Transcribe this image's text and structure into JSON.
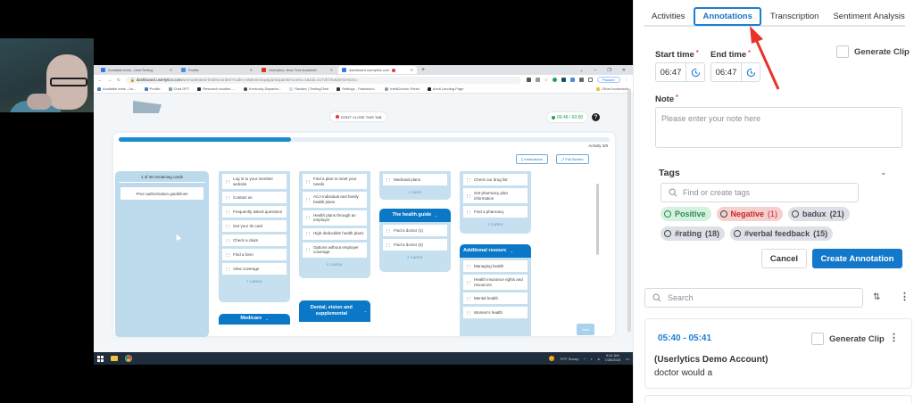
{
  "video": {
    "browser": {
      "tabs": [
        {
          "label": "Available tests - UserTesting",
          "active": false
        },
        {
          "label": "Prolific",
          "active": false
        },
        {
          "label": "Userlytics. New Test Available!",
          "active": false
        },
        {
          "label": "dashboard.userlytics.com",
          "active": true
        }
      ],
      "url_host": "dashboard.userlytics.com",
      "url_path": "/unmoderated-test/recorder/?code=m68omnmp&participantsAccess=1&cid=417vb72v&immersion=",
      "profile_label": "Paused",
      "bookmarks": [
        "Available tests - Us...",
        "Prolific",
        "Chat GPT",
        "Research studies -...",
        "Kentucky Departm...",
        "Studies | TestingTime",
        "Settings - Password...",
        "Intelli2zoom Panel",
        "Acelt Landing Page"
      ],
      "other_bookmarks": "Other bookmarks"
    },
    "page": {
      "dont_close_label": "DON'T CLOSE THIS TAB",
      "timer": "06:48 / 60:00",
      "help": "?",
      "activity_label": "Activity 3/8",
      "progress_percent": 35,
      "instructions_label": "Instructions",
      "fullscreen_label": "Full Screen",
      "remaining_header": "1 of 36 remaining cards",
      "remaining_items": [
        "Prior authorization guidelines"
      ],
      "col1": {
        "items": [
          "Log in to your member website",
          "Contact us",
          "Frequently asked questions",
          "Get your ID card",
          "Check a claim",
          "Find a form",
          "View coverage"
        ],
        "count": "7 CARDS"
      },
      "col2": {
        "items": [
          "Find a plan to meet your needs",
          "ACA individual and family health plans",
          "Health plans through an employer",
          "High deductible health plans",
          "Options without employer coverage"
        ],
        "count": "5 CARDS"
      },
      "col3": {
        "items": [
          "Medicaid plans"
        ],
        "count": "1 CARD"
      },
      "col4": {
        "items": [
          "Check our drug list",
          "Get pharmacy plan information",
          "Find a pharmacy"
        ],
        "count": "3 CARDS"
      },
      "groups": {
        "health_guide": {
          "title": "The health guide",
          "items": [
            "Find a doctor (1)",
            "Find a doctor (2)"
          ],
          "count": "2 CARDS"
        },
        "additional": {
          "title": "Additional resourc",
          "items": [
            "Managing health",
            "Health insurance rights and resources",
            "Mental health",
            "Women's health"
          ]
        },
        "medicare": {
          "title": "Medicare"
        },
        "dental": {
          "title": "Dental, vision and supplemental"
        }
      },
      "next_label": "Next"
    },
    "taskbar": {
      "weather": "79°F  Sunny",
      "time": "9:41 AM",
      "date": "7/28/2023"
    }
  },
  "panel": {
    "tabs": [
      {
        "label": "Activities",
        "active": false
      },
      {
        "label": "Annotations",
        "active": true
      },
      {
        "label": "Transcription",
        "active": false
      },
      {
        "label": "Sentiment Analysis",
        "active": false
      }
    ],
    "form": {
      "start_time_label": "Start time",
      "start_time": "06:47",
      "end_time_label": "End time",
      "end_time": "06:47",
      "generate_clip_label": "Generate Clip",
      "note_label": "Note",
      "note_placeholder": "Please enter your note here",
      "required_mark": "*",
      "tags_label": "Tags",
      "tag_search_placeholder": "Find or create tags",
      "tags": [
        {
          "name": "Positive",
          "count": "",
          "color": "#2e8b57",
          "bg": "#d4f1de"
        },
        {
          "name": "Negative",
          "count": "(1)",
          "color": "#c62828",
          "bg": "#f6cfcf"
        },
        {
          "name": "badux",
          "count": "(21)",
          "color": "#444b55",
          "bg": "#dde0e4"
        },
        {
          "name": "#rating",
          "count": "(18)",
          "color": "#444b55",
          "bg": "#dde0e4"
        },
        {
          "name": "#verbal feedback",
          "count": "(15)",
          "color": "#444b55",
          "bg": "#dde0e4"
        }
      ],
      "cancel_label": "Cancel",
      "create_label": "Create Annotation"
    },
    "list": {
      "search_placeholder": "Search",
      "annotations": [
        {
          "time_range": "05:40 - 05:41",
          "generate_clip_label": "Generate Clip",
          "author": "(Userlytics Demo Account)",
          "text": "doctor would a"
        }
      ]
    },
    "colors": {
      "accent": "#1378c9",
      "arrow": "#e8322a"
    }
  }
}
